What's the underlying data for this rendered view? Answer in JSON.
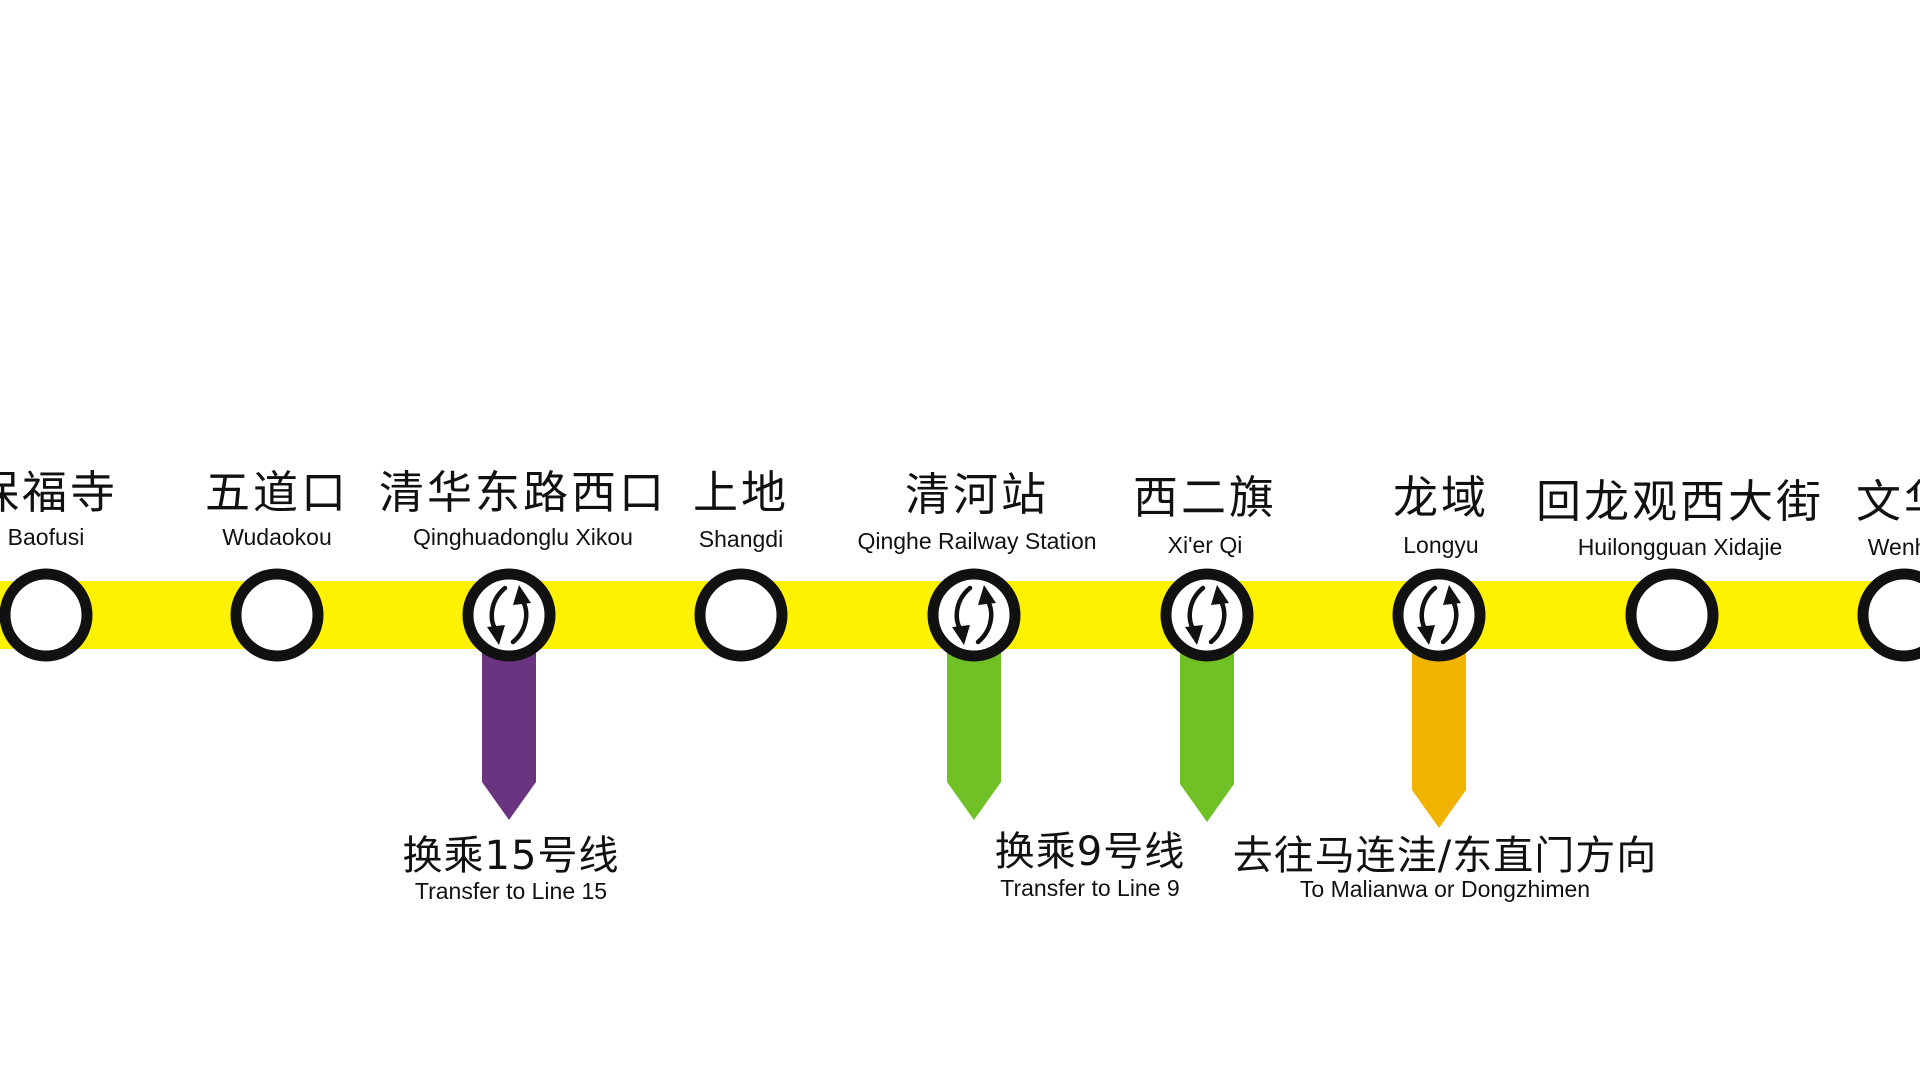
{
  "colors": {
    "line_yellow": "#fff200",
    "station_ring": "#111111",
    "station_fill": "#ffffff",
    "line15_purple": "#6b3480",
    "line9_green": "#6fc126",
    "branch_orange": "#f0b400"
  },
  "stations": [
    {
      "cn": "保福寺",
      "en": "Baofusi",
      "transfer": false
    },
    {
      "cn": "五道口",
      "en": "Wudaokou",
      "transfer": false
    },
    {
      "cn": "清华东路西口",
      "en": "Qinghuadonglu Xikou",
      "transfer": true,
      "transfer_icon": "transfer-arrows-icon"
    },
    {
      "cn": "上地",
      "en": "Shangdi",
      "transfer": false
    },
    {
      "cn": "清河站",
      "en": "Qinghe Railway Station",
      "transfer": true,
      "transfer_icon": "transfer-arrows-icon"
    },
    {
      "cn": "西二旗",
      "en": "Xi'er Qi",
      "transfer": true,
      "transfer_icon": "transfer-arrows-icon"
    },
    {
      "cn": "龙域",
      "en": "Longyu",
      "transfer": true,
      "transfer_icon": "transfer-arrows-icon"
    },
    {
      "cn": "回龙观西大街",
      "en": "Huilongguan Xidajie",
      "transfer": false
    },
    {
      "cn": "文华",
      "en": "Wenhu",
      "transfer": false
    }
  ],
  "transfers": [
    {
      "cn": "换乘15号线",
      "en": "Transfer to Line 15",
      "color": "#6b3480"
    },
    {
      "cn": "换乘9号线",
      "en": "Transfer to Line 9",
      "color": "#6fc126"
    },
    {
      "cn": "去往马连洼/东直门方向",
      "en": "To Malianwa or Dongzhimen",
      "color": "#f0b400"
    }
  ]
}
